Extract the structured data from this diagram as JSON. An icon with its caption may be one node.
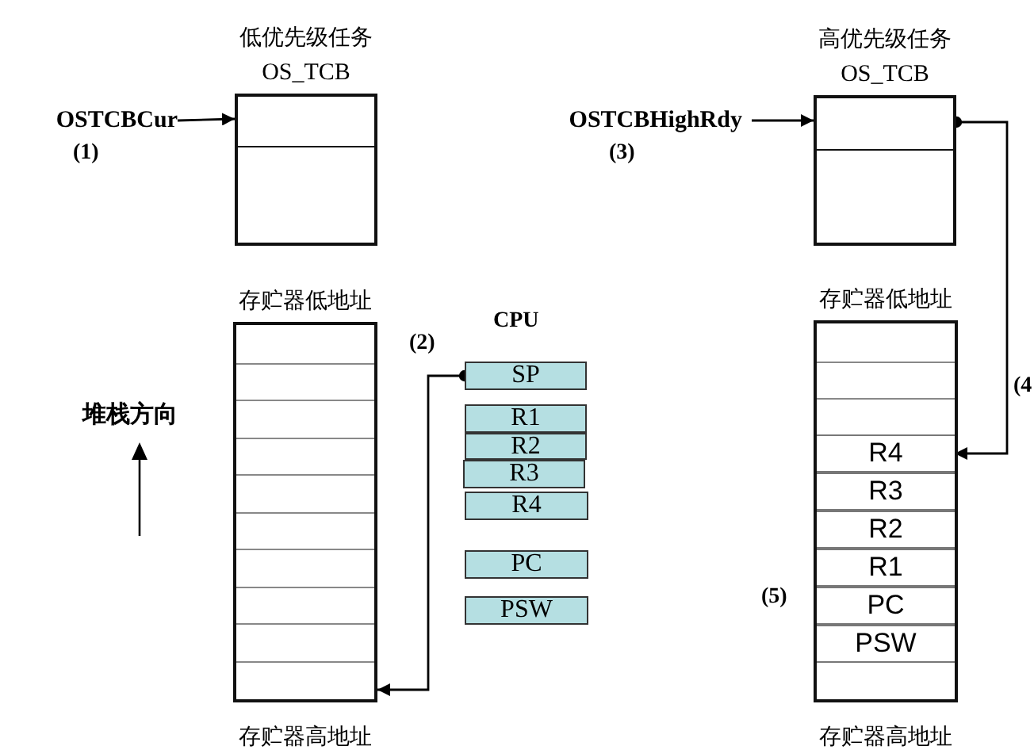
{
  "diagram": {
    "nodes": [
      {
        "text": [
          "OSTCBCur"
        ]
      },
      {
        "text": [
          "低优先级任务",
          "OS_TCB"
        ]
      },
      {
        "text": [
          "OSTCBHighRdy"
        ]
      },
      {
        "text": [
          "高优先级任务",
          "OS_TCB"
        ]
      },
      {
        "text": [
          "存贮器低地址"
        ],
        "beside": [
          "存贮器高地址"
        ]
      },
      {
        "text": [
          "SP"
        ]
      },
      {
        "text": [
          "R1"
        ]
      },
      {
        "text": [
          "R2"
        ]
      },
      {
        "text": [
          "R3"
        ]
      },
      {
        "text": [
          "R4"
        ]
      },
      {
        "text": [
          "PC"
        ]
      },
      {
        "text": [
          "PSW"
        ]
      },
      {
        "text": [
          "存贮器低地址"
        ],
        "beside": [
          "存贮器高地址"
        ]
      },
      {
        "text": [
          "R4"
        ],
        "in": 12
      },
      {
        "text": [
          "R3"
        ],
        "in": 12
      },
      {
        "text": [
          "R2"
        ],
        "in": 12
      },
      {
        "text": [
          "R1"
        ],
        "in": 12
      },
      {
        "text": [
          "PC"
        ],
        "in": 12
      },
      {
        "text": [
          "PSW"
        ],
        "in": 12
      }
    ],
    "edges": [
      {
        "from": 0,
        "to": 1,
        "arrow": "to"
      },
      {
        "from": 2,
        "to": 3,
        "arrow": "to"
      },
      {
        "from": 5,
        "to": 4,
        "arrow": "to"
      },
      {
        "from": 3,
        "to": 13,
        "arrow": "to"
      }
    ],
    "labels": [
      "(1)",
      "(3)",
      "CPU",
      "(2)",
      "(4",
      "堆栈方向",
      "(5)"
    ]
  }
}
